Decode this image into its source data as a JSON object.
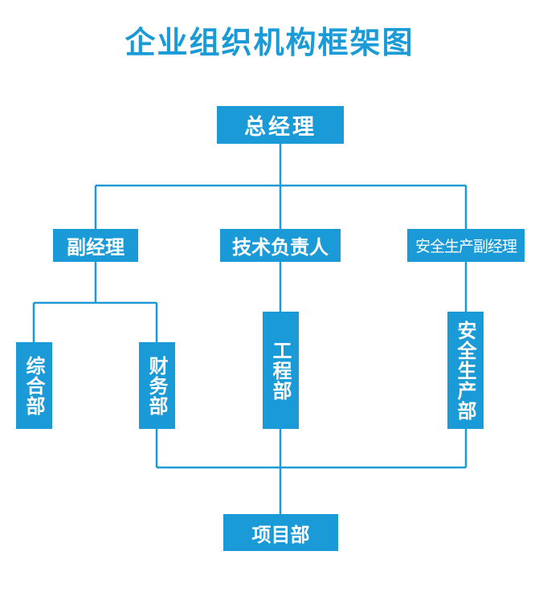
{
  "title": "企业组织机构框架图",
  "colors": {
    "accent": "#1a9ad6",
    "box_text": "#ffffff"
  },
  "nodes": {
    "general_manager": "总经理",
    "deputy_manager": "副经理",
    "tech_lead": "技术负责人",
    "safety_deputy_manager": "安全生产副经理",
    "general_affairs_dept": "综合部",
    "finance_dept": "财务部",
    "engineering_dept": "工程部",
    "safety_production_dept": "安全生产部",
    "project_dept": "项目部"
  }
}
